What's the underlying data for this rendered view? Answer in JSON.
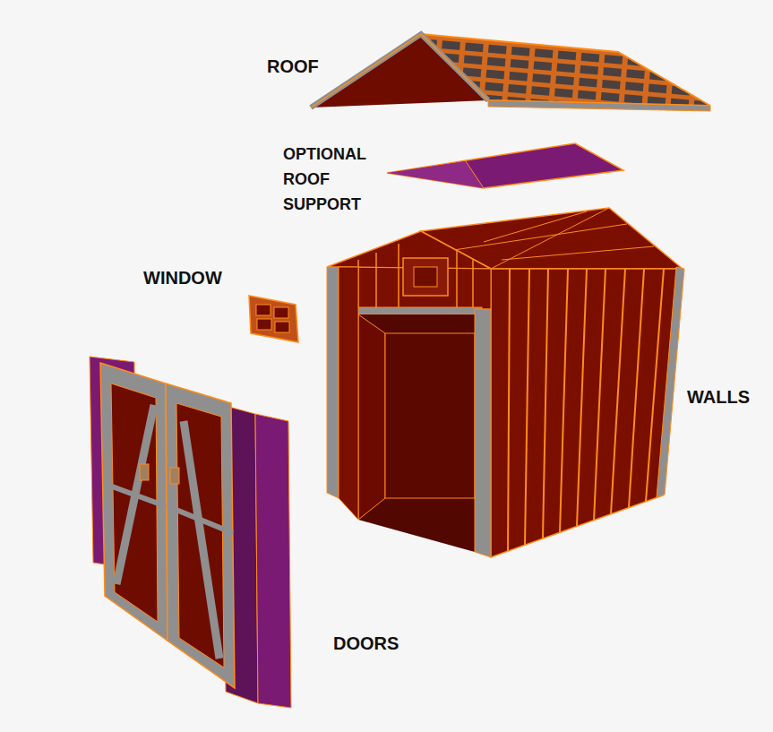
{
  "diagram": {
    "labels": [
      "ROOF",
      "OPTIONAL ROOF SUPPORT",
      "WINDOW",
      "WALLS",
      "DOORS"
    ]
  }
}
